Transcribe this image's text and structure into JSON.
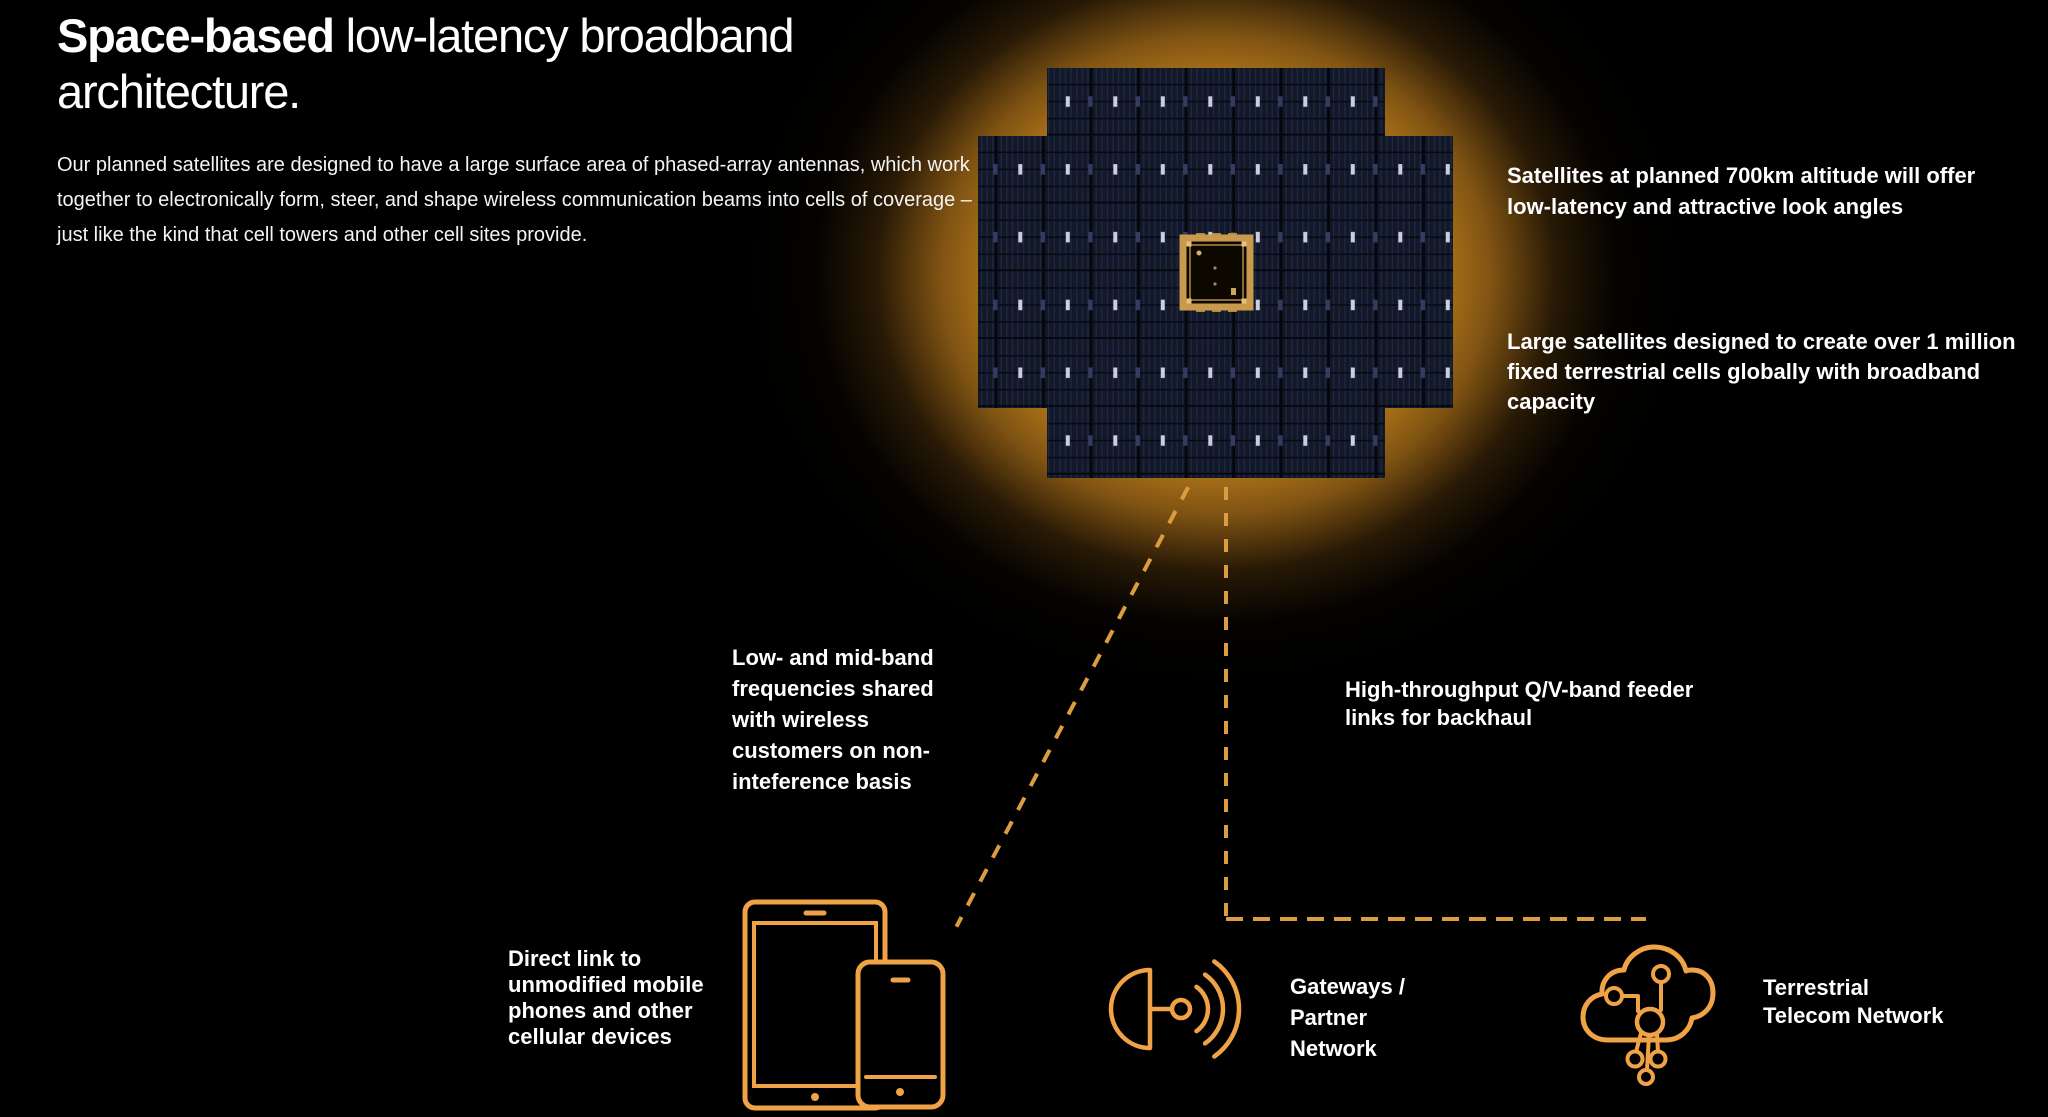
{
  "header": {
    "title_bold": "Space-based",
    "title_rest": " low-latency broadband",
    "title_line2": "architecture.",
    "paragraph": "Our planned satellites are designed to have a large surface area of phased-array antennas, which work together to electronically form, steer, and shape wireless communication beams into cells of coverage – just like the kind that cell towers and other cell sites provide."
  },
  "callouts": {
    "altitude": "Satellites at planned 700km altitude will offer\nlow-latency and attractive look angles",
    "cells": "Large satellites designed to create over 1 million\nfixed terrestrial cells globally with broadband\ncapacity",
    "spectrum": "Low- and mid-band\nfrequencies shared\nwith wireless\ncustomers on non-\ninteference basis",
    "feeder": "High-throughput Q/V-band feeder\nlinks for backhaul",
    "direct_link": "Direct link to\nunmodified mobile\nphones and other\ncellular devices"
  },
  "nodes": {
    "gateways_label": "Gateways /\nPartner\nNetwork",
    "terrestrial_label": "Terrestrial\nTelecom Network"
  },
  "icons": {
    "satellite": "phased-array-satellite-icon",
    "devices": "tablet-and-phone-icon",
    "gateway": "satellite-dish-signal-icon",
    "cloud": "network-cloud-icon"
  },
  "colors": {
    "background": "#000000",
    "accent_orange": "#f0a246",
    "dash_orange": "#dc9c40",
    "glow_amber": "#c8861f",
    "panel_navy": "#121828",
    "text": "#ffffff"
  }
}
